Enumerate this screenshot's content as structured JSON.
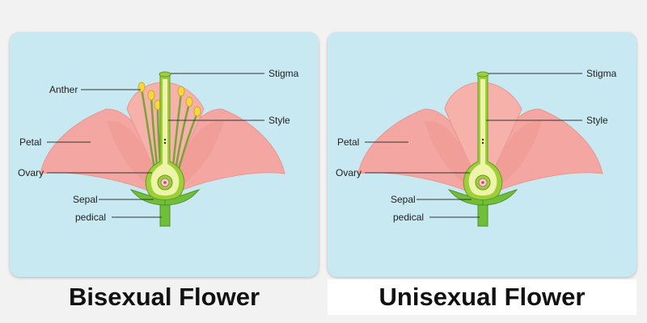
{
  "diagrams": [
    {
      "title": "Bisexual Flower",
      "labels": {
        "stigma": "Stigma",
        "anther": "Anther",
        "style": "Style",
        "petal": "Petal",
        "ovary": "Ovary",
        "sepal": "Sepal",
        "pedical": "pedical"
      }
    },
    {
      "title": "Unisexual Flower",
      "labels": {
        "stigma": "Stigma",
        "style": "Style",
        "petal": "Petal",
        "ovary": "Ovary",
        "sepal": "Sepal",
        "pedical": "pedical"
      }
    }
  ],
  "colors": {
    "panel_background": "#c8e8f2",
    "petal": "#f4a7a2",
    "petal_shade": "#e99690",
    "pistil_green": "#9ccf3a",
    "pistil_light": "#eef5a8",
    "sepal_green": "#6fbf3a",
    "anther_yellow": "#f6d743"
  }
}
